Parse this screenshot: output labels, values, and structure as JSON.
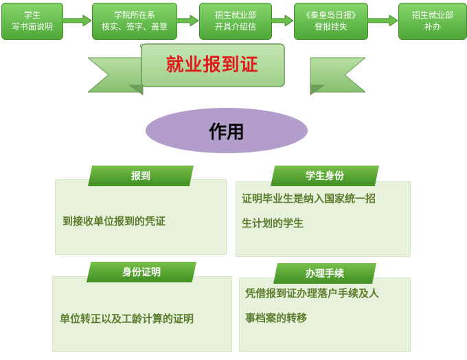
{
  "steps": [
    {
      "line1": "学生",
      "line2": "写书面说明"
    },
    {
      "line1": "学院所在系",
      "line2": "核实、签字、盖章"
    },
    {
      "line1": "招生就业部",
      "line2": "开具介绍信"
    },
    {
      "line1": "《秦皇岛日报》",
      "line2": "登报挂失"
    },
    {
      "line1": "招生就业部",
      "line2": "补办"
    }
  ],
  "banner": {
    "title": "就业报到证"
  },
  "center": {
    "label": "作用"
  },
  "cards": [
    {
      "tab": "报到",
      "text": "到接收单位报到的凭证"
    },
    {
      "tab": "学生身份",
      "line1": "证明毕业生是纳入国家统一招",
      "line2": "生计划的学生"
    },
    {
      "tab": "身份证明",
      "text": "单位转正以及工龄计算的证明"
    },
    {
      "tab": "办理手续",
      "line1": "凭借报到证办理落户手续及人",
      "line2": "事档案的转移"
    }
  ],
  "colors": {
    "step_green": "#5cb544",
    "title_red": "#e11b1b",
    "ellipse_purple": "#b39ecb",
    "card_bg": "#e8f1dc",
    "card_text": "#5a7d2c"
  }
}
